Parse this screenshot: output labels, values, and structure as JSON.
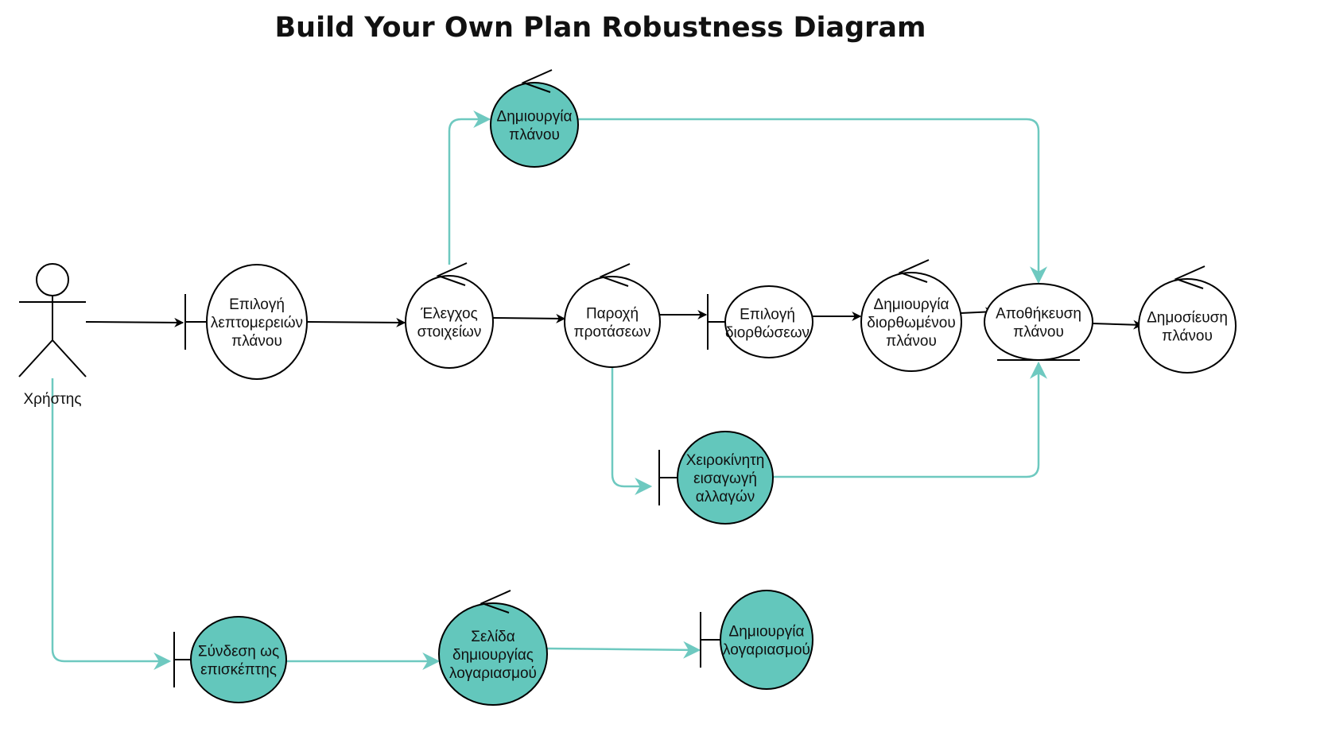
{
  "title": "Build Your Own Plan Robustness Diagram",
  "colors": {
    "stroke": "#000000",
    "teal_fill": "#63c7bc",
    "teal_edge": "#6ec9c0",
    "white_fill": "#ffffff"
  },
  "actor": {
    "id": "user",
    "label": "Χρήστης"
  },
  "nodes": [
    {
      "id": "n1",
      "type": "boundary",
      "style": "white",
      "lines": [
        "Επιλογή",
        "λεπτομερειών",
        "πλάνου"
      ]
    },
    {
      "id": "n2",
      "type": "control",
      "style": "white",
      "lines": [
        "Έλεγχος",
        "στοιχείων"
      ]
    },
    {
      "id": "n3",
      "type": "control",
      "style": "teal",
      "lines": [
        "Δημιουργία",
        "πλάνου"
      ]
    },
    {
      "id": "n4",
      "type": "control",
      "style": "white",
      "lines": [
        "Παροχή",
        "προτάσεων"
      ]
    },
    {
      "id": "n5",
      "type": "boundary",
      "style": "white",
      "lines": [
        "Επιλογή",
        "διορθώσεων"
      ]
    },
    {
      "id": "n6",
      "type": "control",
      "style": "white",
      "lines": [
        "Δημιουργία",
        "διορθωμένου",
        "πλάνου"
      ]
    },
    {
      "id": "n7",
      "type": "entity",
      "style": "white",
      "lines": [
        "Αποθήκευση",
        "πλάνου"
      ]
    },
    {
      "id": "n8",
      "type": "control",
      "style": "white",
      "lines": [
        "Δημοσίευση",
        "πλάνου"
      ]
    },
    {
      "id": "n9",
      "type": "boundary",
      "style": "teal",
      "lines": [
        "Χειροκίνητη",
        "εισαγωγή",
        "αλλαγών"
      ]
    },
    {
      "id": "n10",
      "type": "boundary",
      "style": "teal",
      "lines": [
        "Σύνδεση ως",
        "επισκέπτης"
      ]
    },
    {
      "id": "n11",
      "type": "control",
      "style": "teal",
      "lines": [
        "Σελίδα",
        "δημιουργίας",
        "λογαριασμού"
      ]
    },
    {
      "id": "n12",
      "type": "boundary",
      "style": "teal",
      "lines": [
        "Δημιουργία",
        "λογαριασμού"
      ]
    }
  ],
  "edges": [
    {
      "from": "user",
      "to": "n1",
      "style": "black"
    },
    {
      "from": "n1",
      "to": "n2",
      "style": "black"
    },
    {
      "from": "n2",
      "to": "n4",
      "style": "black"
    },
    {
      "from": "n4",
      "to": "n5",
      "style": "black"
    },
    {
      "from": "n5",
      "to": "n6",
      "style": "black"
    },
    {
      "from": "n6",
      "to": "n7",
      "style": "black"
    },
    {
      "from": "n7",
      "to": "n8",
      "style": "black"
    },
    {
      "from": "n2",
      "to": "n3",
      "style": "teal"
    },
    {
      "from": "n3",
      "to": "n7",
      "style": "teal"
    },
    {
      "from": "n4",
      "to": "n9",
      "style": "teal"
    },
    {
      "from": "n9",
      "to": "n7",
      "style": "teal"
    },
    {
      "from": "user",
      "to": "n10",
      "style": "teal"
    },
    {
      "from": "n10",
      "to": "n11",
      "style": "teal"
    },
    {
      "from": "n11",
      "to": "n12",
      "style": "teal"
    }
  ]
}
